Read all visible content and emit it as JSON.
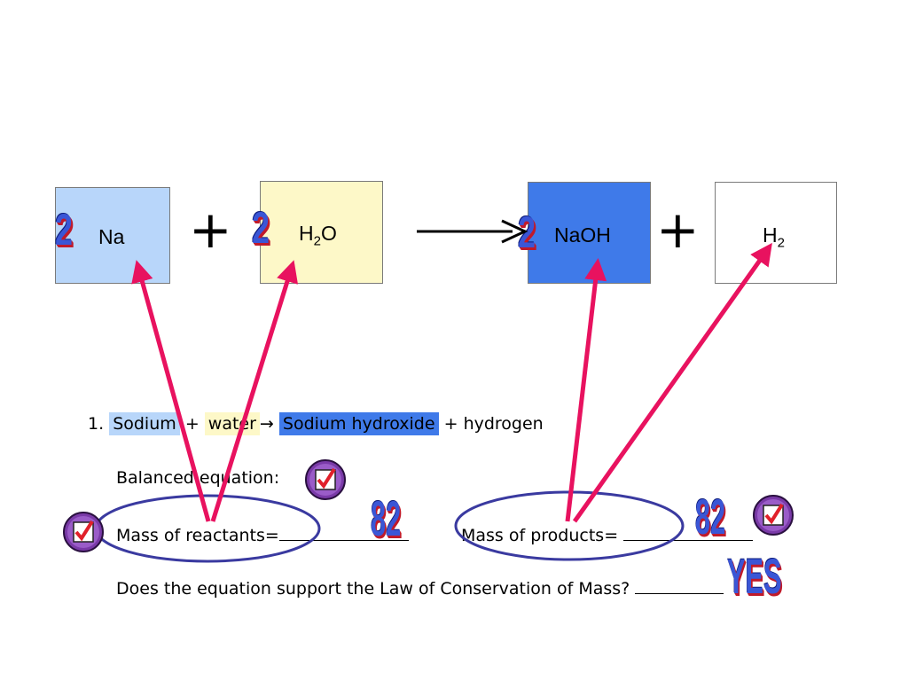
{
  "equation": {
    "reactants": [
      {
        "coefficient": "2",
        "formula": "Na",
        "box_color": "#b8d6fa"
      },
      {
        "coefficient": "2",
        "formula_main": "H",
        "formula_sub": "2",
        "formula_tail": "O",
        "box_color": "#fdf8c8"
      }
    ],
    "products": [
      {
        "coefficient": "2",
        "formula": "NaOH",
        "box_color": "#3f7ae9"
      },
      {
        "coefficient": "",
        "formula_main": "H",
        "formula_sub": "2",
        "formula_tail": "",
        "box_color": "#ffffff"
      }
    ],
    "plus_symbol": "+"
  },
  "question": {
    "number": "1.",
    "sodium": "Sodium",
    "plus1": "+",
    "water": "water",
    "arrow": "→",
    "sodium_hydroxide": "Sodium hydroxide",
    "plus2": "+ hydrogen",
    "balanced_label": "Balanced equation:",
    "mass_reactants_label": "Mass of reactants=",
    "mass_products_label": "Mass of products=",
    "conservation_question": "Does the equation support the Law of Conservation of Mass?"
  },
  "answers": {
    "mass_reactants": "82",
    "mass_products": "82",
    "conservation": "YES"
  },
  "colors": {
    "arrow": "#e8125f",
    "ellipse": "#3a3aa0",
    "answer_blue": "#3a56d6",
    "answer_shadow": "#c01a2a"
  }
}
